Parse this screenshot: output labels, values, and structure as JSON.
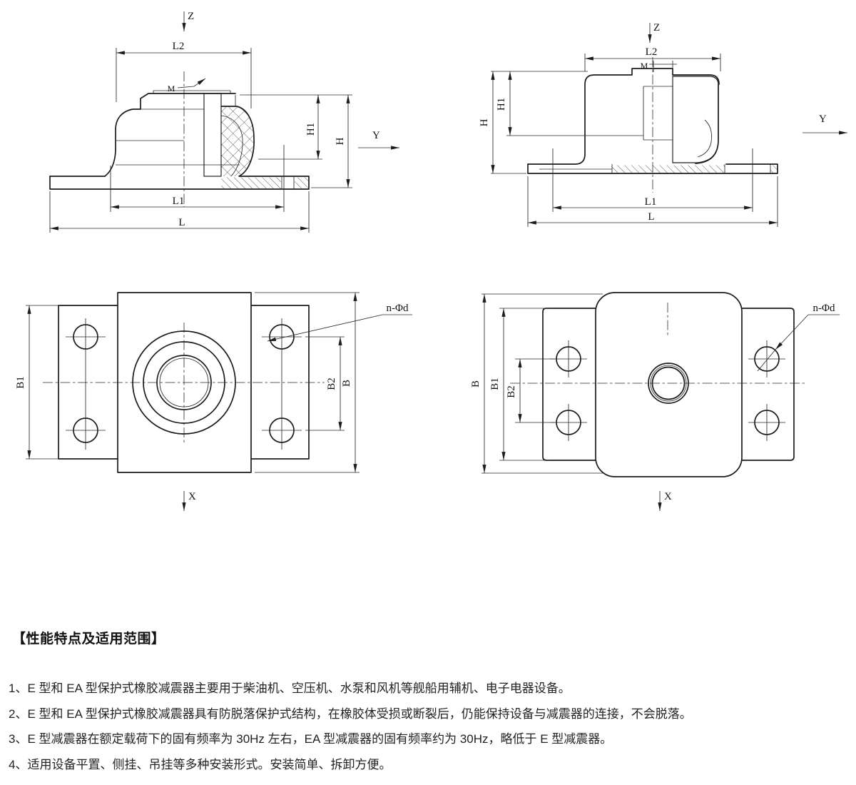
{
  "axis_labels": {
    "x": "X",
    "y": "Y",
    "z": "Z"
  },
  "dim_labels": {
    "l": "L",
    "l1": "L1",
    "l2": "L2",
    "m": "M",
    "h": "H",
    "h1": "H1",
    "b": "B",
    "b1": "B1",
    "b2": "B2",
    "hole_callout": "n-Φd"
  },
  "notes": {
    "heading": "【性能特点及适用范围】",
    "items": [
      "1、E 型和 EA 型保护式橡胶减震器主要用于柴油机、空压机、水泵和风机等舰船用辅机、电子电器设备。",
      "2、E 型和 EA 型保护式橡胶减震器具有防脱落保护式结构，在橡胶体受损或断裂后，仍能保持设备与减震器的连接，不会脱落。",
      "3、E 型减震器在额定载荷下的固有频率为 30Hz 左右，EA 型减震器的固有频率约为 30Hz，略低于 E 型减震器。",
      "4、适用设备平置、侧挂、吊挂等多种安装形式。安装简单、拆卸方便。"
    ]
  }
}
